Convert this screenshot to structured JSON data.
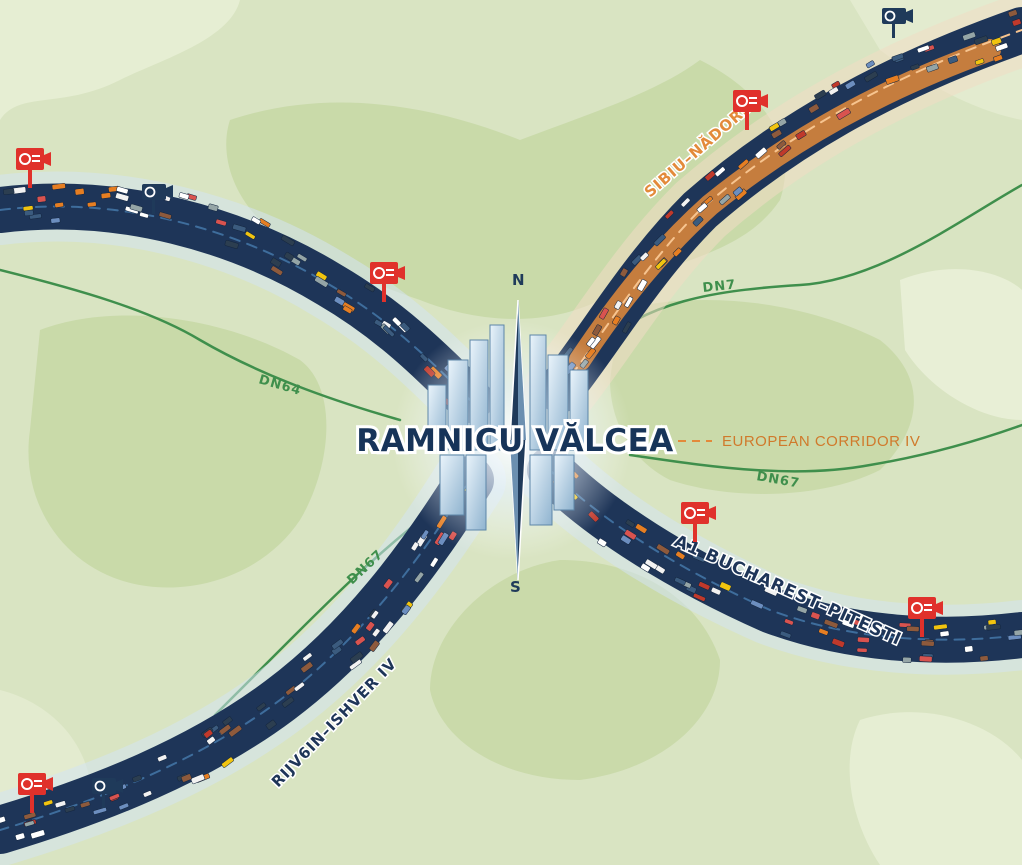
{
  "map": {
    "colors": {
      "land": "#cfdcb3",
      "land_light": "#dfe8ca",
      "land_dark": "#bccd9a",
      "highway": "#1e3558",
      "highway_edge": "#3e6d9c",
      "orange_route": "#e38a3a",
      "green_road": "#3f8f4c",
      "camera_red": "#e0312b",
      "camera_navy": "#1f3a5a",
      "city_text": "#173459",
      "city_outline": "#ffffff",
      "corridor_text": "#d07a2c"
    },
    "city": {
      "name": "RAMNICU VĂLCEA"
    },
    "compass": {
      "north": "N",
      "south": "S"
    },
    "highways": [
      {
        "id": "a1",
        "label": "A1 BUCHAREST–PITESTI"
      },
      {
        "id": "sibiu",
        "label": "SIBIU–NĂDORS"
      },
      {
        "id": "corridor_iv",
        "label": "RIJV6IN–ISHVER IV"
      }
    ],
    "corridor": {
      "label": "EUROPEAN CORRIDOR IV"
    },
    "secondary_roads": [
      {
        "id": "dn7",
        "label": "DN7"
      },
      {
        "id": "dn64",
        "label": "DN64"
      },
      {
        "id": "dn67_east",
        "label": "DN67"
      },
      {
        "id": "dn67_south",
        "label": "DN67"
      }
    ],
    "cameras": [
      {
        "id": "speed-1",
        "kind": "speed-camera-icon"
      },
      {
        "id": "video-1",
        "kind": "video-camera-icon"
      },
      {
        "id": "speed-2",
        "kind": "speed-camera-icon"
      },
      {
        "id": "speed-3",
        "kind": "speed-camera-icon"
      },
      {
        "id": "video-2",
        "kind": "video-camera-icon"
      },
      {
        "id": "speed-4",
        "kind": "speed-camera-icon"
      },
      {
        "id": "speed-5",
        "kind": "speed-camera-icon"
      },
      {
        "id": "speed-6",
        "kind": "speed-camera-icon"
      },
      {
        "id": "video-3",
        "kind": "video-camera-icon"
      }
    ]
  }
}
